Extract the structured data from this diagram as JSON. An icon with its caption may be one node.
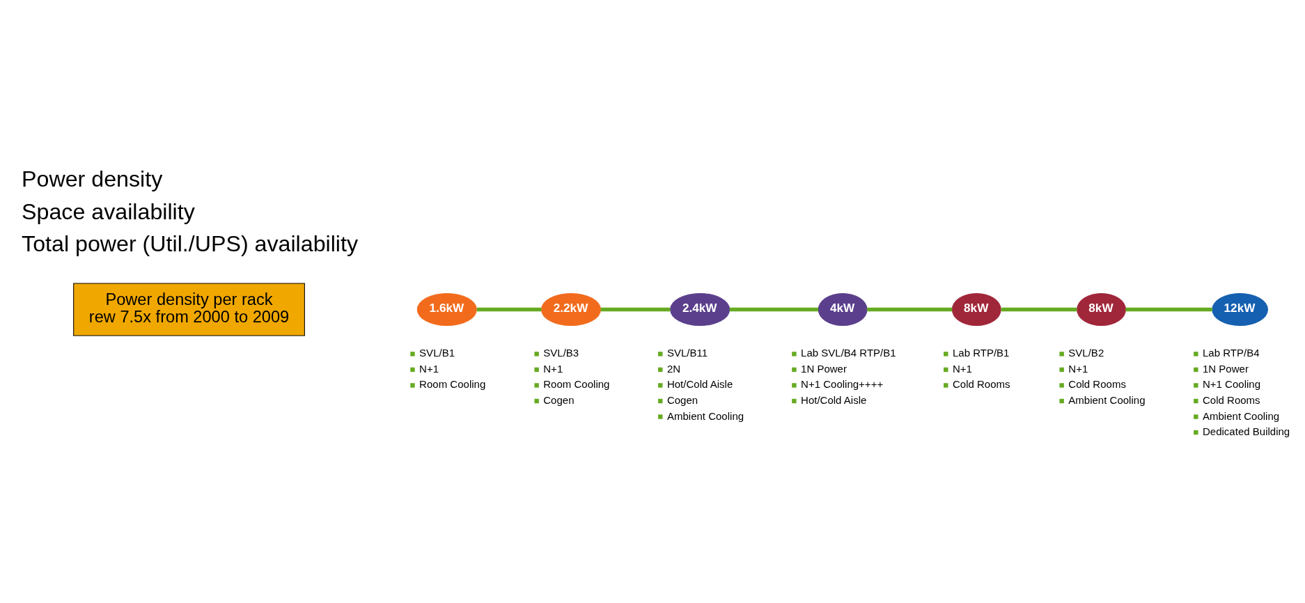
{
  "diagram": {
    "nodes": [
      {
        "text": [
          "1.6kW"
        ],
        "beside": [
          "SVL/B1",
          "N+1",
          "Room Cooling"
        ]
      },
      {
        "text": [
          "2.2kW"
        ],
        "beside": [
          "SVL/B3",
          "N+1",
          "Room Cooling",
          "Cogen"
        ]
      },
      {
        "text": [
          "2.4kW"
        ],
        "beside": [
          "SVL/B11",
          "2N",
          "Hot/Cold Aisle",
          "Cogen",
          "Ambient Cooling"
        ]
      },
      {
        "text": [
          "4kW"
        ],
        "beside": [
          "Lab SVL/B4 RTP/B1",
          "1N Power",
          "N+1 Cooling++++",
          "Hot/Cold Aisle"
        ]
      },
      {
        "text": [
          "8kW"
        ],
        "beside": [
          "Lab RTP/B1",
          "N+1",
          "Cold Rooms"
        ]
      },
      {
        "text": [
          "8kW"
        ],
        "beside": [
          "SVL/B2",
          "N+1",
          "Cold Rooms",
          "Ambient Cooling"
        ]
      },
      {
        "text": [
          "12kW"
        ],
        "beside": [
          "Lab RTP/B4",
          "1N Power",
          "N+1 Cooling",
          "Cold Rooms",
          "Ambient Cooling",
          "Dedicated Building"
        ]
      },
      {
        "text": [
          "Power density per rack",
          "rew 7.5x from 2000 to 2009"
        ]
      }
    ],
    "edges": [
      {
        "from": 0,
        "to": 1,
        "arrow": "none"
      },
      {
        "from": 1,
        "to": 2,
        "arrow": "none"
      },
      {
        "from": 2,
        "to": 3,
        "arrow": "none"
      },
      {
        "from": 3,
        "to": 4,
        "arrow": "none"
      },
      {
        "from": 4,
        "to": 5,
        "arrow": "none"
      },
      {
        "from": 5,
        "to": 6,
        "arrow": "none"
      }
    ],
    "labels": [
      "Power density",
      "Space availability",
      "Total power (Util./UPS) availability"
    ]
  }
}
